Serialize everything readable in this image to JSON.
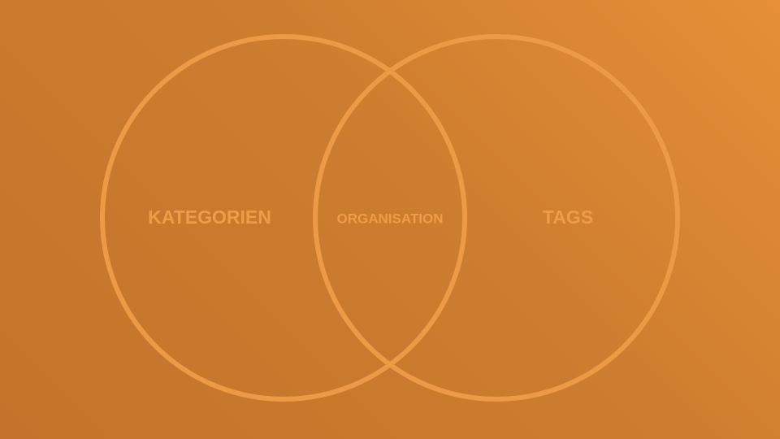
{
  "diagram": {
    "type": "venn",
    "left_set": {
      "label": "KATEGORIEN"
    },
    "right_set": {
      "label": "TAGS"
    },
    "intersection": {
      "label": "ORGANISATION"
    }
  },
  "colors": {
    "background_start": "#c4742a",
    "background_end": "#e68f38",
    "stroke": "#ec9a45",
    "text": "#ee9c47"
  }
}
